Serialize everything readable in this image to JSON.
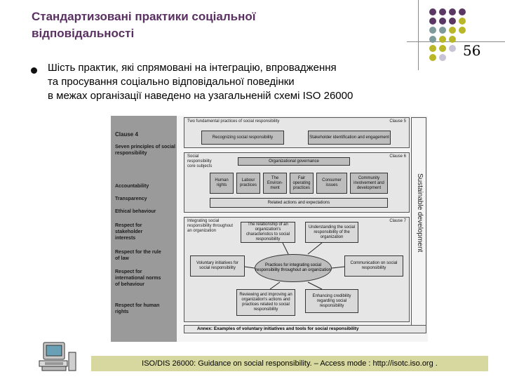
{
  "slide": {
    "title_line1": "Стандартизовані практики соціальної",
    "title_line2": "відповідальності",
    "number": "56"
  },
  "bullet": {
    "line1": "Шість практик, які спрямовані на інтеграцію, впровадження",
    "line2": "та просування соціально відповідальної поведінки",
    "line3": "в межах організації наведено на узагальненій схемі ISO 26000"
  },
  "diagram": {
    "sidebar": {
      "clause": "Clause 4",
      "principles_heading": "Seven principles of social responsibility",
      "items": [
        "Accountability",
        "Transparency",
        "Ethical behaviour",
        "Respect for stakeholder interests",
        "Respect for the rule of law",
        "Respect for international norms of behaviour",
        "Respect for human rights"
      ]
    },
    "clause5": {
      "tag": "Clause 5",
      "title": "Two fundamental practices of social responsibility",
      "box1": "Recognizing social responsibility",
      "box2": "Stakeholder identification and engagement"
    },
    "clause6": {
      "tag": "Clause 6",
      "title": "Social responsibility core subjects",
      "governance": "Organizational governance",
      "subjects": [
        "Human rights",
        "Labour practices",
        "The Environ-ment",
        "Fair operating practices",
        "Consumer issues",
        "Community involvement and development"
      ],
      "related": "Related actions and expectations"
    },
    "clause7": {
      "tag": "Clause 7",
      "title": "Integrating social responsibility throughout an organization",
      "rel": "The relationship of an organization's characteristics to social responsibility",
      "understanding": "Understanding the social responsibility of the organization",
      "voluntary": "Voluntary initiatives for social responsibility",
      "practices": "Practices for integrating social responsibility throughout an organization",
      "communication": "Communication on social responsibility",
      "reviewing": "Reviewing and improving an organization's actions and practices related to social responsibility",
      "credibility": "Enhancing credibility regarding social responsibility"
    },
    "sustainable": "Sustainable development",
    "annex": "Annex: Examples of voluntary initiatives and tools for social responsibility"
  },
  "footer": {
    "text": "ISO/DIS 26000: Guidance on social responsibility. – Access mode :   http://isotc.iso.org ."
  },
  "colors": {
    "title": "#5a2f62",
    "dot_purple": "#5b3763",
    "dot_olive": "#b9b727",
    "dot_teal": "#7f9a9b",
    "dot_lilac": "#c9c3d6",
    "footer_bg": "#d7d8a0"
  },
  "icons": {
    "bullet": "bullet-dot",
    "clipart": "computer-icon"
  }
}
